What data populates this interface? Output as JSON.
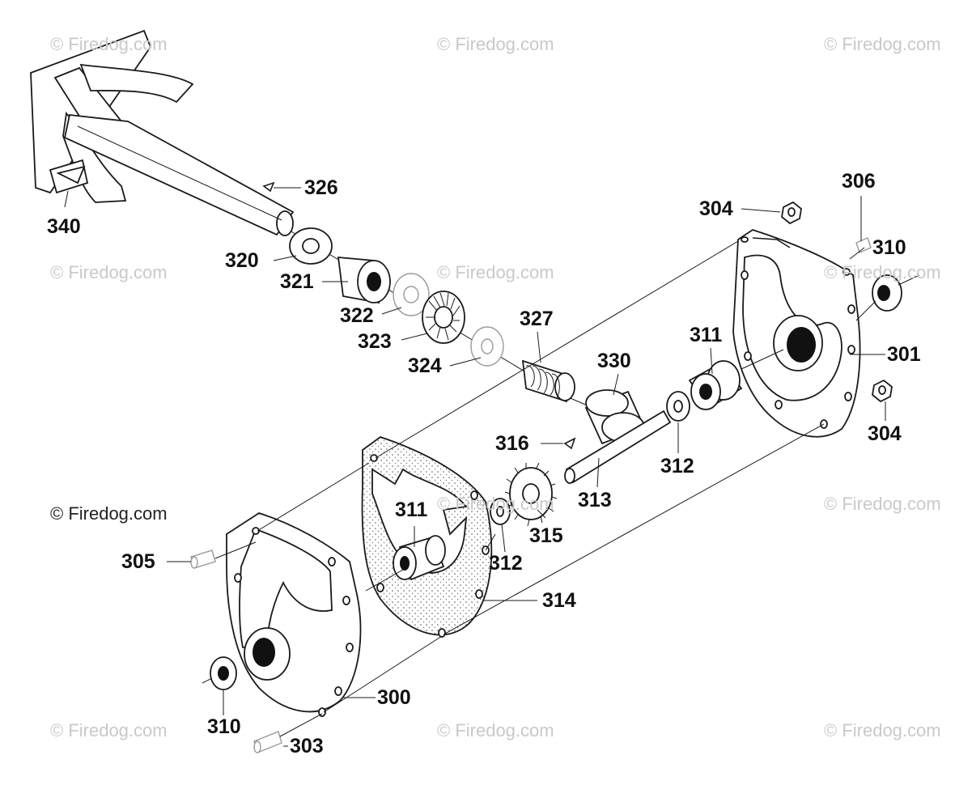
{
  "copyright": "© Firedog.com",
  "watermarks": [
    "© Firedog.com",
    "© Firedog.com",
    "© Firedog.com",
    "© Firedog.com",
    "© Firedog.com",
    "© Firedog.com",
    "© Firedog.com",
    "© Firedog.com",
    "© Firedog.com",
    "© Firedog.com",
    "© Firedog.com",
    "© Firedog.com"
  ],
  "parts": {
    "p300": "300",
    "p301": "301",
    "p303": "303",
    "p304a": "304",
    "p304b": "304",
    "p305": "305",
    "p306": "306",
    "p310a": "310",
    "p310b": "310",
    "p311a": "311",
    "p311b": "311",
    "p312a": "312",
    "p312b": "312",
    "p313": "313",
    "p314": "314",
    "p315": "315",
    "p316": "316",
    "p320": "320",
    "p321": "321",
    "p322": "322",
    "p323": "323",
    "p324": "324",
    "p326": "326",
    "p327": "327",
    "p330": "330",
    "p340": "340"
  }
}
